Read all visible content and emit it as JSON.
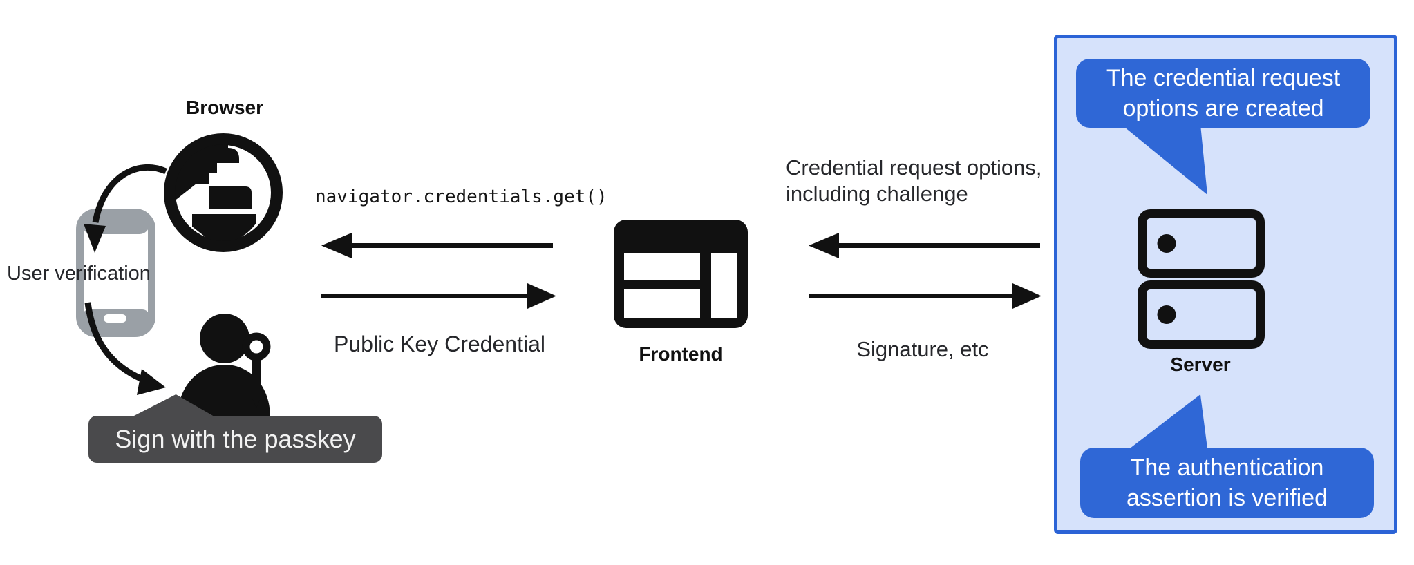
{
  "nodes": {
    "browser": {
      "label": "Browser"
    },
    "phone": {
      "label": "User verification"
    },
    "user": {
      "tooltip": "Sign with the passkey"
    },
    "frontend": {
      "label": "Frontend"
    },
    "server": {
      "label": "Server"
    }
  },
  "flows": {
    "frontend_to_browser": {
      "label": "navigator.credentials.get()"
    },
    "browser_to_frontend": {
      "label": "Public Key Credential"
    },
    "server_to_frontend": {
      "line1": "Credential request options,",
      "line2": "including challenge"
    },
    "frontend_to_server": {
      "label": "Signature, etc"
    }
  },
  "server_callouts": {
    "top": {
      "line1": "The credential request",
      "line2": "options are created"
    },
    "bottom": {
      "line1": "The authentication",
      "line2": "assertion is verified"
    }
  },
  "icons": [
    "globe-icon",
    "smartphone-icon",
    "person-icon",
    "key-icon",
    "browser-window-icon",
    "server-icon",
    "curved-arrow",
    "straight-arrow"
  ],
  "colors": {
    "background": "#ffffff",
    "ink_black": "#111111",
    "phone_gray": "#9aa0a6",
    "tooltip_gray": "#4a4a4c",
    "callout_blue": "#2f67d6",
    "panel_fill": "#d6e2fb",
    "panel_border": "#2b63d6",
    "callout_text": "#ffffff"
  }
}
